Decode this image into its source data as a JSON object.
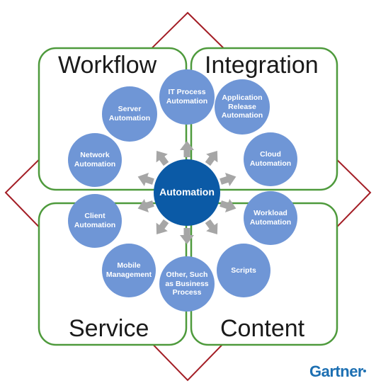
{
  "quadrants": {
    "top_left": "Workflow",
    "top_right": "Integration",
    "bottom_left": "Service",
    "bottom_right": "Content"
  },
  "center": "Automation",
  "nodes": [
    {
      "id": "it-process-automation",
      "label": "IT Process Automation"
    },
    {
      "id": "application-release-automation",
      "label": "Application Release Automation"
    },
    {
      "id": "cloud-automation",
      "label": "Cloud Automation"
    },
    {
      "id": "workload-automation",
      "label": "Workload Automation"
    },
    {
      "id": "scripts",
      "label": "Scripts"
    },
    {
      "id": "other-such-as-business-process",
      "label": "Other, Such as Business Process"
    },
    {
      "id": "mobile-management",
      "label": "Mobile Management"
    },
    {
      "id": "client-automation",
      "label": "Client Automation"
    },
    {
      "id": "network-automation",
      "label": "Network Automation"
    },
    {
      "id": "server-automation",
      "label": "Server Automation"
    }
  ],
  "brand": "Gartner",
  "colors": {
    "diamond": "#a31d25",
    "quadrant_border": "#4e9a3c",
    "node_fill": "#6f96d6",
    "center_fill": "#0b5aa6",
    "arrow_fill": "#a6a6a6",
    "brand": "#1c6fb2"
  }
}
